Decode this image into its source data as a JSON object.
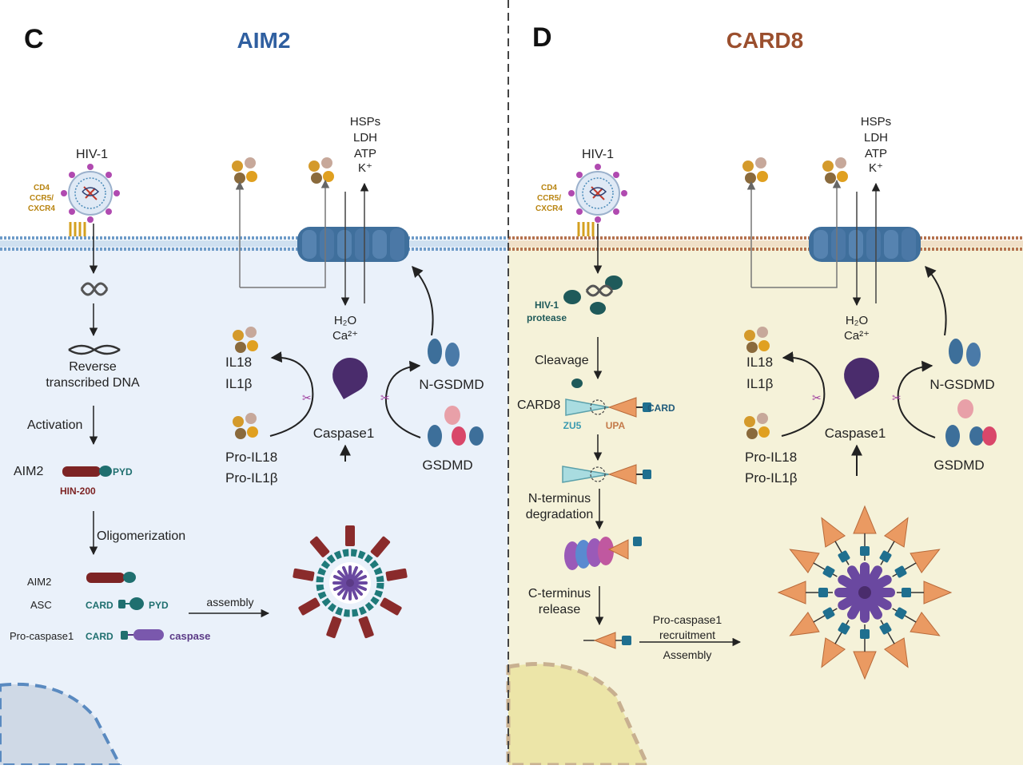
{
  "panel_c": {
    "letter": "C",
    "title": "AIM2",
    "title_color": "#2f5fa0",
    "virus_label": "HIV-1",
    "receptors": [
      "CD4",
      "CCR5/",
      "CXCR4"
    ],
    "released": [
      "HSPs",
      "LDH",
      "ATP",
      "K⁺"
    ],
    "influx": {
      "water": "H₂O",
      "calcium": "Ca²⁺"
    },
    "reverse_dna": [
      "Reverse",
      "transcribed DNA"
    ],
    "activation": "Activation",
    "aim2_row": {
      "label": "AIM2",
      "pyd": "PYD",
      "hin": "HIN-200"
    },
    "oligomerization": "Oligomerization",
    "components": {
      "aim2": "AIM2",
      "asc": "ASC",
      "asc_card": "CARD",
      "asc_pyd": "PYD",
      "procasp": "Pro-caspase1",
      "procasp_card": "CARD",
      "procasp_caspase": "caspase"
    },
    "assembly": "assembly",
    "mature": [
      "IL18",
      "IL1β"
    ],
    "pro": [
      "Pro-IL18",
      "Pro-IL1β"
    ],
    "caspase": "Caspase1",
    "ngsdmd": "N-GSDMD",
    "gsdmd": "GSDMD"
  },
  "panel_d": {
    "letter": "D",
    "title": "CARD8",
    "title_color": "#9b4f2e",
    "virus_label": "HIV-1",
    "receptors": [
      "CD4",
      "CCR5/",
      "CXCR4"
    ],
    "released": [
      "HSPs",
      "LDH",
      "ATP",
      "K⁺"
    ],
    "influx": {
      "water": "H₂O",
      "calcium": "Ca²⁺"
    },
    "protease": [
      "HIV-1",
      "protease"
    ],
    "cleavage": "Cleavage",
    "card8": "CARD8",
    "card_tag": "CARD",
    "zu5": "ZU5",
    "upa": "UPA",
    "n_term": [
      "N-terminus",
      "degradation"
    ],
    "c_term": [
      "C-terminus",
      "release"
    ],
    "recruit": [
      "Pro-caspase1",
      "recruitment"
    ],
    "assembly": "Assembly",
    "mature": [
      "IL18",
      "IL1β"
    ],
    "pro": [
      "Pro-IL18",
      "Pro-IL1β"
    ],
    "caspase": "Caspase1",
    "ngsdmd": "N-GSDMD",
    "gsdmd": "GSDMD"
  },
  "colors": {
    "cell_c": "#eaf1fa",
    "cell_d": "#f5f2d9",
    "membrane_c": "#6f9cc9",
    "membrane_d": "#b5734f",
    "pore": "#3f6f9c",
    "aim2_dark": "#7d2424",
    "teal": "#1f6f6f",
    "purple": "#5b3a86",
    "orange": "#e99a63",
    "gold": "#b88410"
  }
}
